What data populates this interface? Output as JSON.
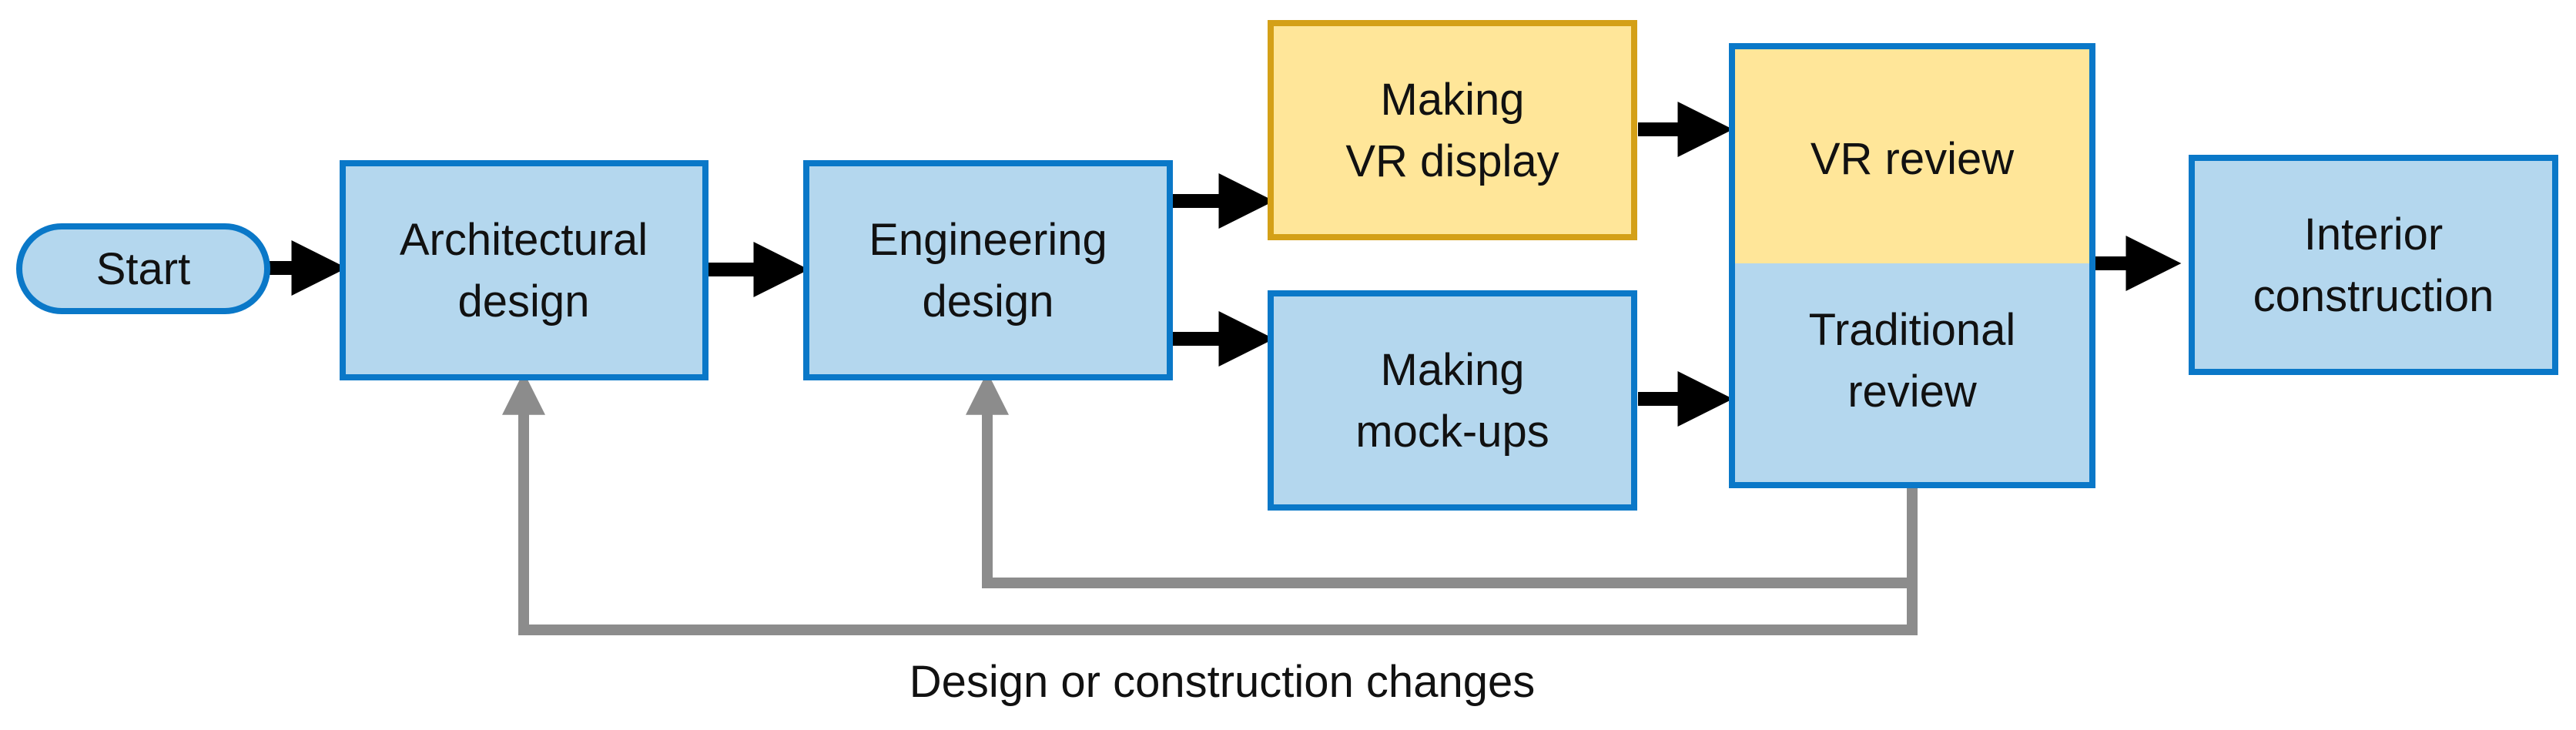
{
  "colors": {
    "box_fill_blue": "#B4D7EE",
    "box_stroke_blue": "#0A78C8",
    "box_fill_yellow": "#FFE699",
    "box_stroke_yellow": "#D4A017",
    "arrow_black": "#000000",
    "feedback_gray": "#8C8C8C"
  },
  "nodes": {
    "start": {
      "label": "Start"
    },
    "architectural_design": {
      "line1": "Architectural",
      "line2": "design"
    },
    "engineering_design": {
      "line1": "Engineering",
      "line2": "design"
    },
    "making_vr_display": {
      "line1": "Making",
      "line2": "VR display"
    },
    "making_mockups": {
      "line1": "Making",
      "line2": "mock-ups"
    },
    "vr_review": {
      "label": "VR review"
    },
    "traditional_review": {
      "line1": "Traditional",
      "line2": "review"
    },
    "interior_construction": {
      "line1": "Interior",
      "line2": "construction"
    }
  },
  "feedback": {
    "label": "Design or construction changes"
  }
}
